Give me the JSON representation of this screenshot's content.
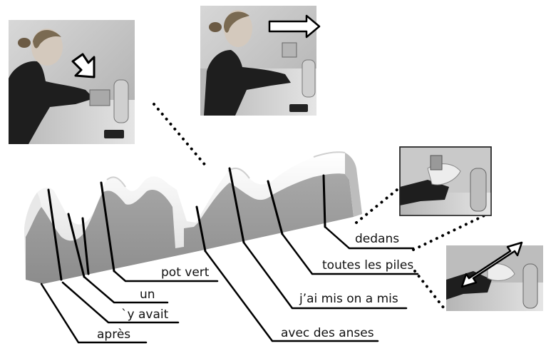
{
  "labels": {
    "apres": "après",
    "y_avait": "`y avait",
    "un": "un",
    "pot_vert": "pot vert",
    "avec_des_anses": "avec des anses",
    "jai_mis": "j’ai mis on a mis",
    "toutes_les_piles": "toutes les piles",
    "dedans": "dedans"
  },
  "photos": [
    {
      "id": "photo-speaker-pointing-down",
      "arrow": "down-right-arrow"
    },
    {
      "id": "photo-speaker-pointing-right",
      "arrow": "right-arrow"
    },
    {
      "id": "photo-closeup-hands-jar",
      "arrow": ""
    },
    {
      "id": "photo-closeup-gesture",
      "arrow": "double-diagonal-arrow"
    }
  ],
  "colors": {
    "ink": "#111111",
    "slab_front": "#9a9a9a",
    "slab_top": "#f2f2f2",
    "slab_right": "#c8c8c8"
  }
}
